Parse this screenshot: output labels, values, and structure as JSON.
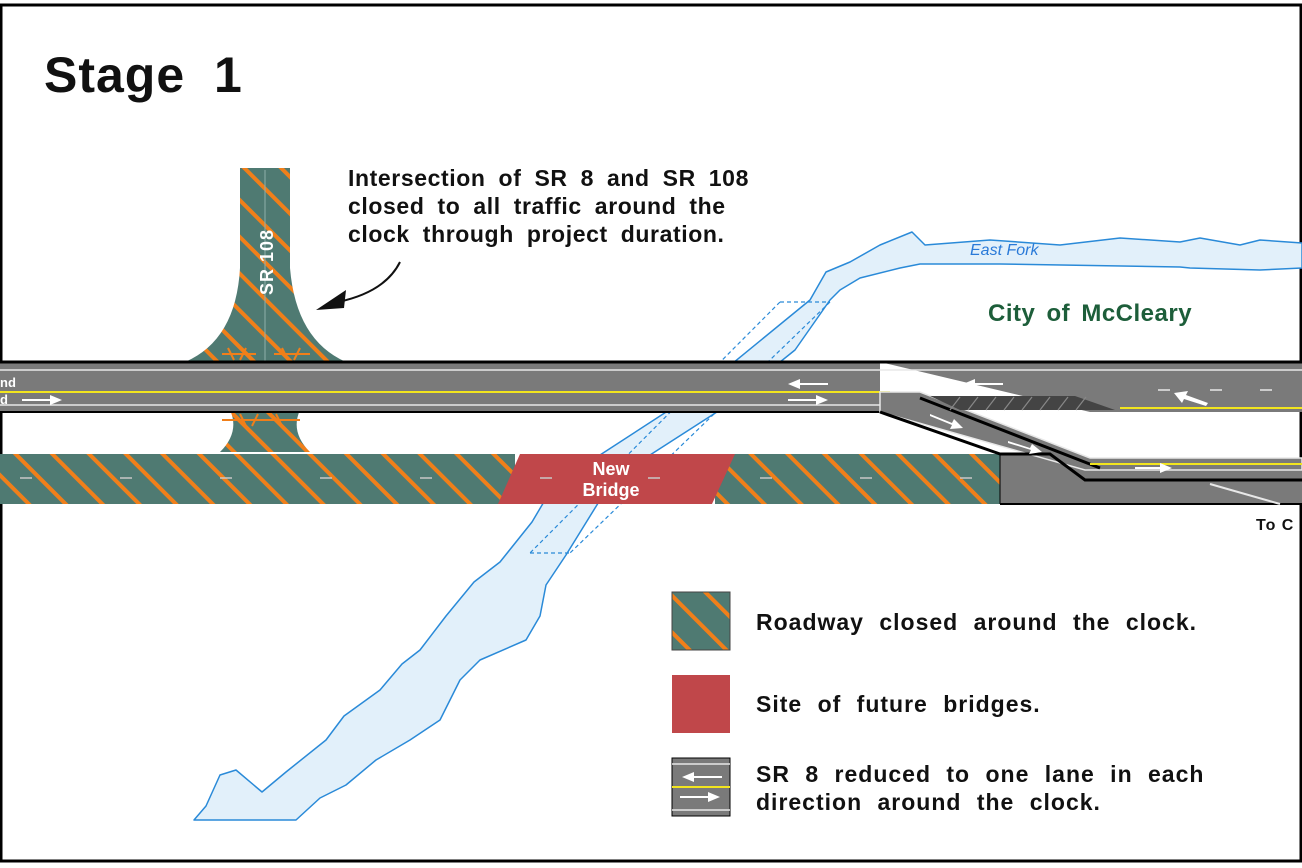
{
  "title": "Stage  1",
  "note": {
    "line1": "Intersection  of SR  8  and  SR  108",
    "line2": "closed  to  all traffic  around  the",
    "line3": "clock  through  project duration."
  },
  "labels": {
    "sr108": "SR  108",
    "east_fork": "East Fork",
    "city": "City  of McCleary",
    "new_bridge_line1": "New",
    "new_bridge_line2": "Bridge",
    "to_c": "To  C",
    "left_upper": "nd",
    "left_lower": "d"
  },
  "legend": [
    {
      "label": "Roadway  closed  around  the  clock.",
      "swatch": "closed"
    },
    {
      "label": "Site  of future  bridges.",
      "swatch": "bridge"
    },
    {
      "label_line1": "SR  8  reduced  to  one  lane  in  each",
      "label_line2": "direction  around  the  clock.",
      "swatch": "lanes"
    }
  ],
  "colors": {
    "closed_fill": "#4f7a72",
    "closed_hatch": "#f07f1a",
    "bridge": "#c0474a",
    "road": "#7a7a7a",
    "river": "#e2f0fa",
    "river_line": "#2a8ad8",
    "centerline": "#f2e51e",
    "city_text": "#1d5e3a"
  }
}
